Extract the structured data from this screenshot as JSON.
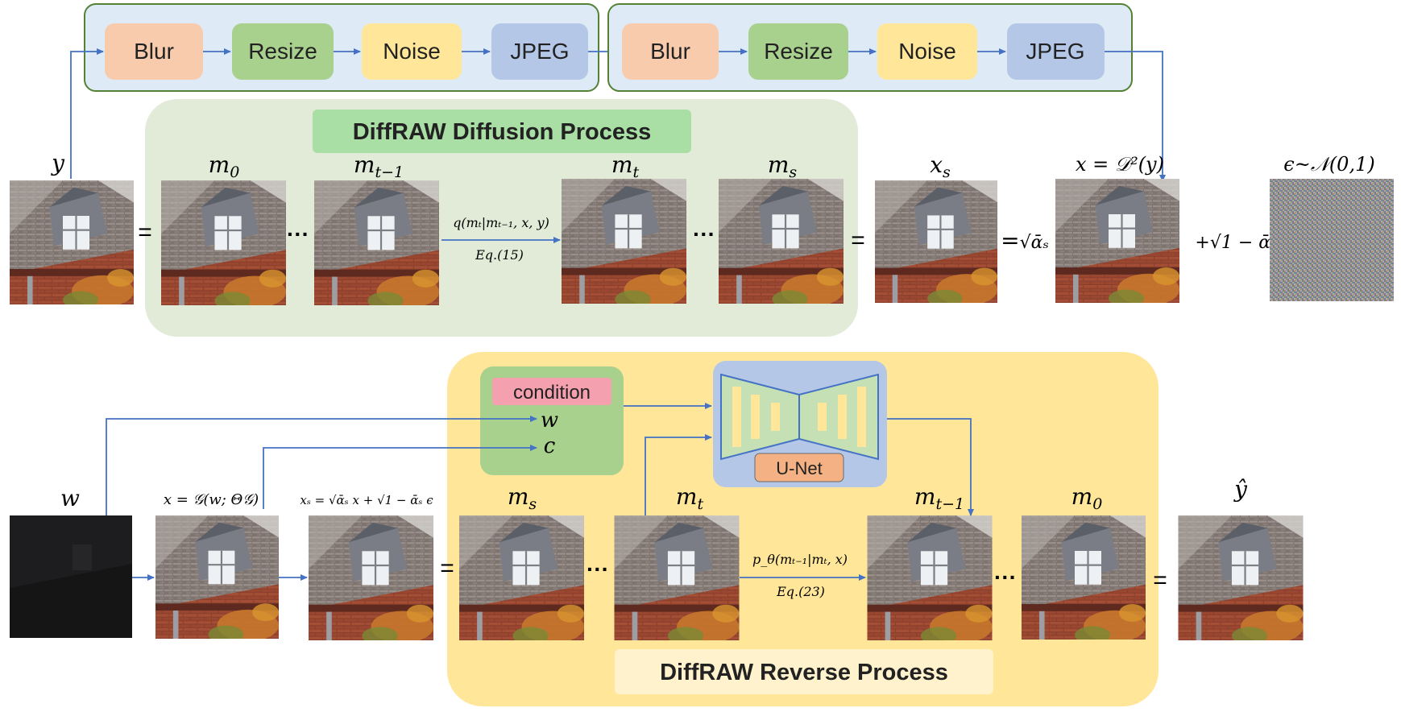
{
  "degradation": {
    "first_pass": [
      "Blur",
      "Resize",
      "Noise",
      "JPEG"
    ],
    "second_pass": [
      "Blur",
      "Resize",
      "Noise",
      "JPEG"
    ]
  },
  "diffusion": {
    "title": "DiffRAW Diffusion Process",
    "input_label": "y",
    "steps": [
      {
        "sym": "m",
        "sub": "0"
      },
      {
        "sym": "m",
        "sub": "t−1"
      },
      {
        "sym": "m",
        "sub": "t"
      },
      {
        "sym": "m",
        "sub": "s"
      }
    ],
    "xs_sym": "x",
    "xs_sub": "s",
    "x_label": "x = 𝒟²(y)",
    "noise_label": "ϵ~𝒩(0,1)",
    "forward_eq": "q(mₜ|mₜ₋₁, x, y)",
    "forward_eq_ref": "Eq.(15)",
    "equals": "=",
    "dots": "···",
    "sqrt_alpha": "√ᾱₛ",
    "plus_sqrt": "+√1 − ᾱₛ"
  },
  "reverse": {
    "title": "DiffRAW Reverse Process",
    "input_label": "w",
    "x_label": "x = 𝒢(w; Θ𝒢)",
    "xs_label": "xₛ = √ᾱₛ x + √1 − ᾱₛ ϵ",
    "steps": [
      {
        "sym": "m",
        "sub": "s"
      },
      {
        "sym": "m",
        "sub": "t"
      },
      {
        "sym": "m",
        "sub": "t−1"
      },
      {
        "sym": "m",
        "sub": "0"
      }
    ],
    "output_label": "ŷ",
    "reverse_eq": "p_θ(mₜ₋₁|mₜ, x)",
    "reverse_eq_ref": "Eq.(23)",
    "condition_label": "condition",
    "cond_w": "w",
    "cond_c": "c",
    "unet_label": "U-Net"
  },
  "colors": {
    "blur": "#F8CBAD",
    "resize": "#A9D18E",
    "noise": "#FFE699",
    "jpeg": "#B4C7E7",
    "degrade_bg": "#DEEBF7",
    "degrade_border": "#548235",
    "diffusion_bg": "#E2EAD8",
    "diffusion_title_bg": "#A9DFA4",
    "reverse_bg": "#FFE699",
    "reverse_title_bg": "#FFF2CC",
    "condition_bg": "#A9D18E",
    "condition_tag": "#F4A0AE",
    "unet_bg": "#B4C7E7",
    "unet_block": "#C5E0B4",
    "unet_bar": "#FFE699",
    "arrow": "#4472C4"
  }
}
